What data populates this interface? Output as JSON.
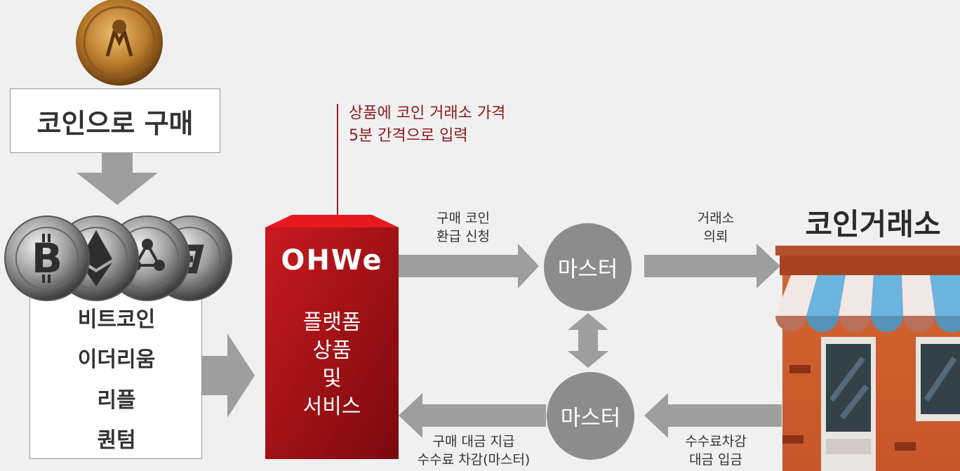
{
  "coin_purchase": {
    "label": "코인으로 구매"
  },
  "coin_list": {
    "items": [
      "비트코인",
      "이더리움",
      "리플",
      "퀀텀"
    ]
  },
  "note": {
    "line1": "상품에 코인 거래소 가격",
    "line2": "5분 간격으로 입력"
  },
  "platform": {
    "logo": "OHWe",
    "lines": [
      "플랫폼",
      "상품",
      "및",
      "서비스"
    ]
  },
  "flow": {
    "top_arrow_label": [
      "구매 코인",
      "환급 신청"
    ],
    "exchange_request_label": [
      "거래소",
      "의뢰"
    ],
    "bottom_arrow_label": [
      "구매 대금 지급",
      "수수료 차감(마스터)"
    ],
    "deposit_label": [
      "수수료차감",
      "대금 입금"
    ]
  },
  "master": {
    "top": "마스터",
    "bottom": "마스터"
  },
  "exchange": {
    "title": "코인거래소"
  },
  "coin_icons": [
    "B",
    "ETH",
    "XRP",
    "D"
  ],
  "colors": {
    "platform_red": "#b4161b",
    "arrow_gray": "#9e9e9e",
    "note_red": "#8b1a1a",
    "awning_blue": "#6ab4de"
  }
}
